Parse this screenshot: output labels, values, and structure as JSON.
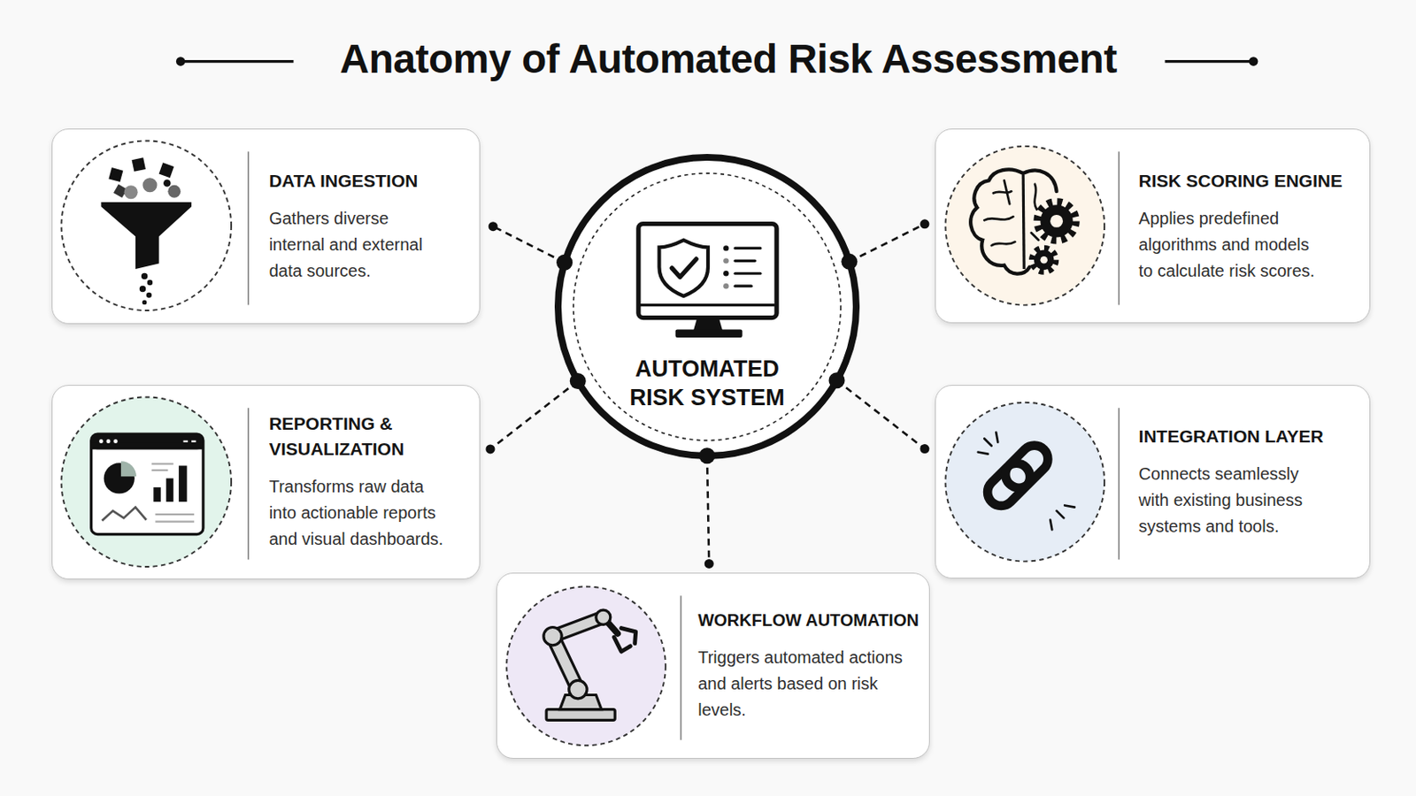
{
  "diagram": {
    "title": "Anatomy of Automated Risk Assessment",
    "nodes": [
      {
        "text": [
          "DATA INGESTION",
          "Gathers diverse internal and external data sources."
        ]
      },
      {
        "text": [
          "AUTOMATED RISK SYSTEM"
        ]
      },
      {
        "text": [
          "RISK SCORING ENGINE",
          "Applies predefined algorithms and models to calculate risk scores."
        ]
      },
      {
        "text": [
          "REPORTING & VISUALIZATION",
          "Transforms raw data into actionable reports and visual dashboards."
        ]
      },
      {
        "text": [
          "INTEGRATION LAYER",
          "Connects seamlessly with existing business systems and tools."
        ]
      },
      {
        "text": [
          "WORKFLOW AUTOMATION",
          "Triggers automated actions and alerts based on risk levels."
        ]
      }
    ],
    "edges": [
      {
        "from": 1,
        "to": 0,
        "arrow": "none"
      },
      {
        "from": 1,
        "to": 2,
        "arrow": "none"
      },
      {
        "from": 1,
        "to": 3,
        "arrow": "none"
      },
      {
        "from": 1,
        "to": 4,
        "arrow": "none"
      },
      {
        "from": 1,
        "to": 5,
        "arrow": "none"
      }
    ]
  }
}
